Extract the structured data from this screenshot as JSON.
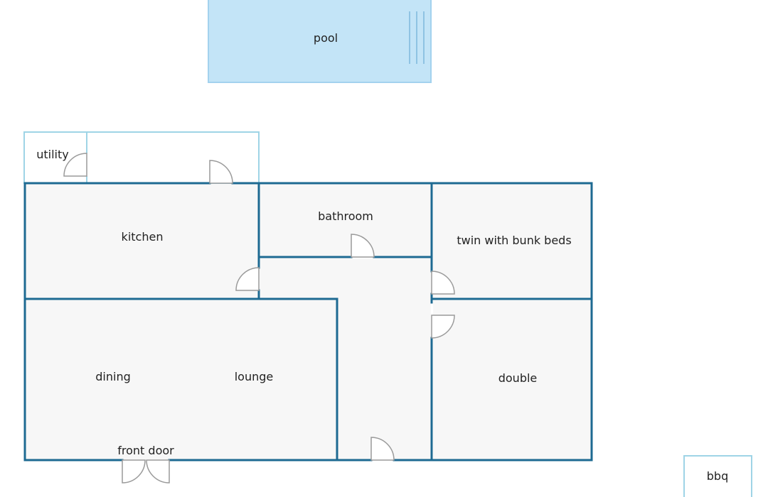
{
  "colors": {
    "wall": "#1d6a92",
    "light_wall": "#9fd4e6",
    "floor": "#f7f7f7",
    "pool_fill": "#c3e4f7",
    "pool_border": "#a3d2ee",
    "door": "#9a9a9a"
  },
  "rooms": {
    "pool": "pool",
    "utility": "utility",
    "kitchen": "kitchen",
    "bathroom": "bathroom",
    "twin": "twin with bunk beds",
    "dining": "dining",
    "lounge": "lounge",
    "double": "double",
    "front_door": "front door",
    "bbq": "bbq"
  }
}
